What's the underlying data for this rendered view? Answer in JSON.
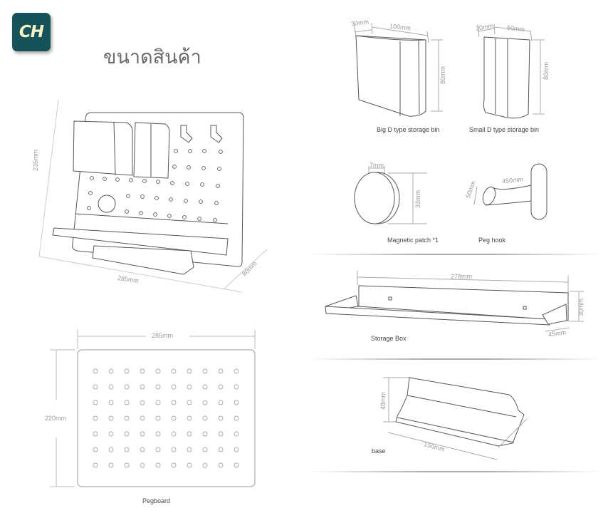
{
  "brand": {
    "logo_text": "CH",
    "logo_bg": "#165259",
    "logo_fg": "#f7f1c8"
  },
  "page": {
    "title": "ขนาดสินค้า"
  },
  "assembly": {
    "height_label": "235mm",
    "width_label": "285mm",
    "depth_label": "80mm"
  },
  "pegboard": {
    "caption": "Pegboard",
    "width_label": "285mm",
    "height_label": "220mm",
    "hole_rows": 7,
    "hole_cols": 10
  },
  "big_bin": {
    "caption": "Big D type storage bin",
    "depth_label": "30mm",
    "width_label": "100mm",
    "height_label": "80mm"
  },
  "small_bin": {
    "caption": "Small D type storage bin",
    "depth_label": "30mm",
    "width_label": "50mm",
    "height_label": "80mm"
  },
  "magnetic_patch": {
    "caption": "Magnetic patch *1",
    "thickness_label": "7mm",
    "diameter_label": "33mm"
  },
  "peg_hook": {
    "caption": "Peg hook",
    "diameter_label": "50mm",
    "length_label": "450mm"
  },
  "storage_box": {
    "caption": "Storage Box",
    "width_label": "278mm",
    "height_label": "30mm",
    "depth_label": "45mm"
  },
  "base": {
    "caption": "base",
    "height_label": "48mm",
    "width_label": "150mm"
  },
  "colors": {
    "line": "#555555",
    "dim_line": "#b5b5b5",
    "dim_text": "#9a9a9a",
    "caption": "#444444"
  }
}
